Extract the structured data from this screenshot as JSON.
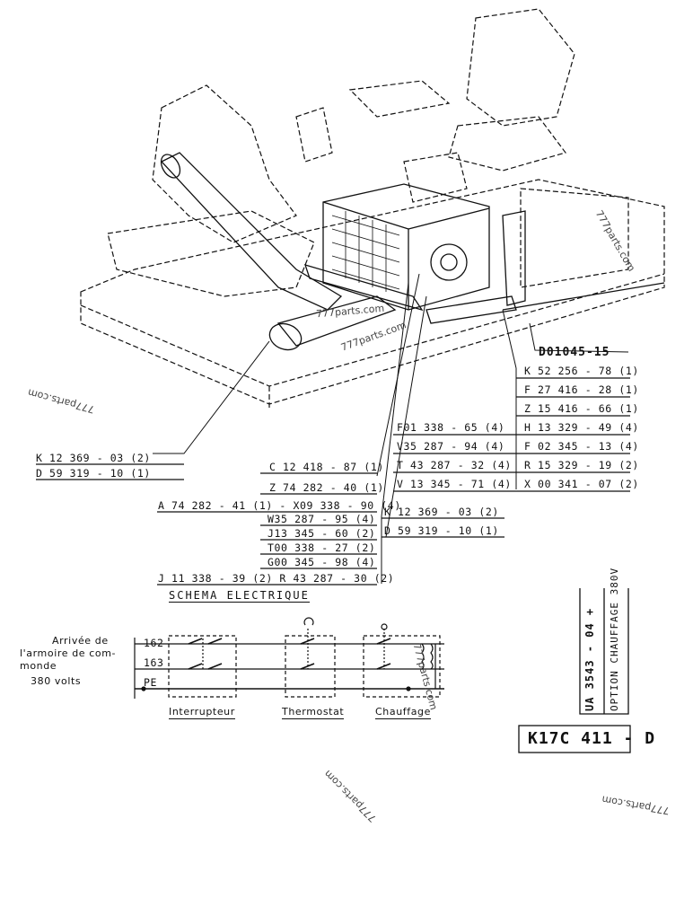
{
  "watermarks": [
    "777parts.com",
    "777parts.com",
    "777parts.com",
    "777parts.com",
    "777parts.com",
    "777parts.com",
    "777parts.com"
  ],
  "ref_top": "D01045-15",
  "right_list": [
    "K 52 256 - 78 (1)",
    "F 27 416 - 28 (1)",
    "Z 15 416 - 66 (1)",
    "H 13 329 - 49 (4)",
    "F 02 345 - 13 (4)",
    "R 15 329 - 19 (2)",
    "X 00 341 - 07 (2)"
  ],
  "mid_list": [
    "F01 338 - 65 (4)",
    "V35 287 - 94 (4)",
    "T 43 287 - 32 (4)",
    "V 13 345 - 71 (4)"
  ],
  "left_parts": [
    "K 12 369 - 03 (2)",
    "D 59 319 - 10 (1)"
  ],
  "center_parts": [
    "K 12 369 - 03 (2)",
    "D 59 319 - 10 (1)"
  ],
  "stack": [
    "C 12 418 - 87 (1)",
    "Z 74 282 - 40 (1)",
    "A 74 282 - 41 (1) - X09 338 - 90 (4)",
    "W35 287 - 95 (4)",
    "J13 345 - 60 (2)",
    "T00 338 - 27 (2)",
    "G00 345 - 98 (4)",
    "J 11 338 - 39 (2)  R 43 287 - 30 (2)"
  ],
  "schema_title": "SCHEMA ELECTRIQUE",
  "supply_label": [
    "Arrivée de",
    "l'armoire de com-",
    "monde",
    "380 volts"
  ],
  "lines": [
    "162",
    "163",
    "PE"
  ],
  "components": [
    "Interrupteur",
    "Thermostat",
    "Chauffage"
  ],
  "side_code": "UA 3543 - 04 +",
  "side_option": "OPTION CHAUFFAGE 380V",
  "page_code": "K17C 411 - D"
}
